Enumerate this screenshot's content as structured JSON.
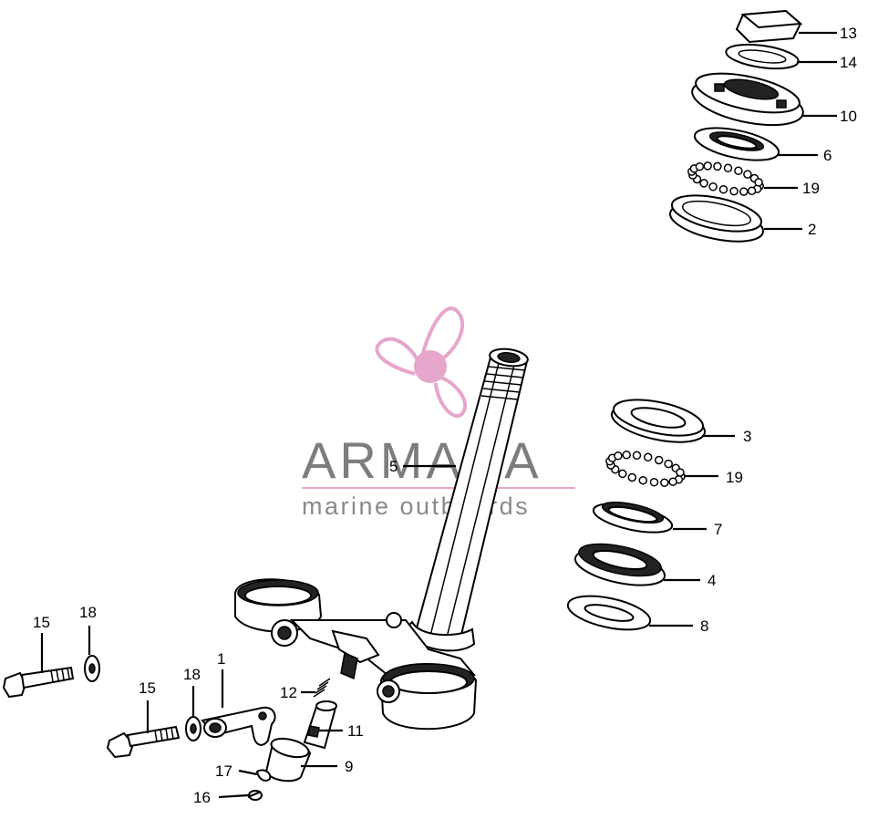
{
  "watermark": {
    "brand": "ARMADA",
    "tagline": "marine outboards",
    "accent_color": "#e7a6cc",
    "icon": "propeller-icon"
  },
  "callouts": {
    "c13": "13",
    "c14": "14",
    "c10": "10",
    "c6": "6",
    "c19a": "19",
    "c2": "2",
    "c3": "3",
    "c19b": "19",
    "c7": "7",
    "c4": "4",
    "c8": "8",
    "c5": "5",
    "c15a": "15",
    "c18a": "18",
    "c15b": "15",
    "c18b": "18",
    "c1": "1",
    "c12": "12",
    "c11": "11",
    "c9": "9",
    "c17": "17",
    "c16": "16"
  }
}
